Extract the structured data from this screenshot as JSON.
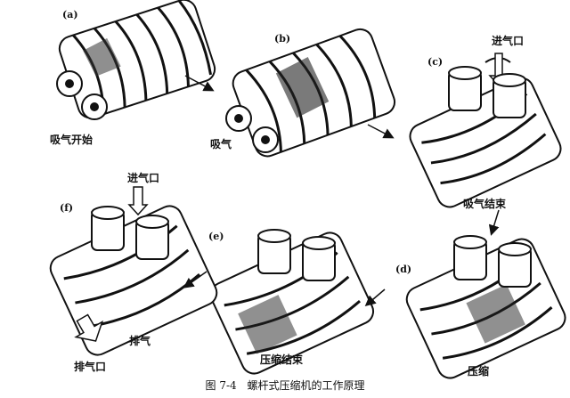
{
  "panels": [
    {
      "id": "a",
      "label": "(a)",
      "caption": "吸气开始"
    },
    {
      "id": "b",
      "label": "(b)",
      "caption": "吸气"
    },
    {
      "id": "c",
      "label": "(c)",
      "caption": "吸气结束",
      "inlet": "进气口"
    },
    {
      "id": "d",
      "label": "(d)",
      "caption": "压缩"
    },
    {
      "id": "e",
      "label": "(e)",
      "caption": "压缩结束"
    },
    {
      "id": "f",
      "label": "(f)",
      "caption": "排气",
      "inlet": "进气口",
      "outlet": "排气口"
    }
  ],
  "figure_caption": {
    "number": "图 7-4",
    "title": "螺杆式压缩机的工作原理"
  }
}
